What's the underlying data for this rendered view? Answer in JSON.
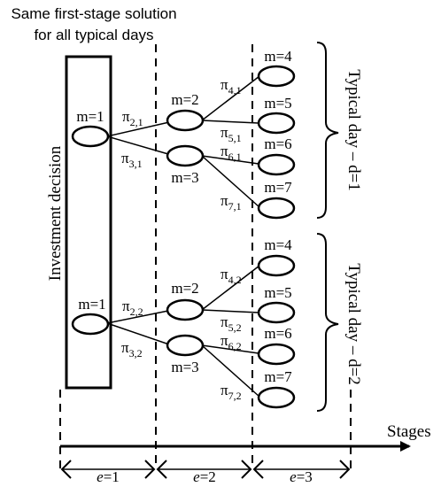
{
  "header": {
    "line1": "Same first-stage solution",
    "line2": "for all typical days"
  },
  "investment_label": "Investment decision",
  "axis": {
    "label": "Stages",
    "stages": [
      {
        "e": "e",
        "v": "=1"
      },
      {
        "e": "e",
        "v": "=2"
      },
      {
        "e": "e",
        "v": "=3"
      }
    ]
  },
  "typical_days": [
    {
      "label": "Typical day – d=1",
      "nodes": [
        "m=1",
        "m=2",
        "m=3",
        "m=4",
        "m=5",
        "m=6",
        "m=7"
      ],
      "probs": [
        {
          "pi": "π",
          "sub": "2,1"
        },
        {
          "pi": "π",
          "sub": "3,1"
        },
        {
          "pi": "π",
          "sub": "4,1"
        },
        {
          "pi": "π",
          "sub": "5,1"
        },
        {
          "pi": "π",
          "sub": "6,1"
        },
        {
          "pi": "π",
          "sub": "7,1"
        }
      ]
    },
    {
      "label": "Typical day – d=2",
      "nodes": [
        "m=1",
        "m=2",
        "m=3",
        "m=4",
        "m=5",
        "m=6",
        "m=7"
      ],
      "probs": [
        {
          "pi": "π",
          "sub": "2,2"
        },
        {
          "pi": "π",
          "sub": "3,2"
        },
        {
          "pi": "π",
          "sub": "4,2"
        },
        {
          "pi": "π",
          "sub": "5,2"
        },
        {
          "pi": "π",
          "sub": "6,2"
        },
        {
          "pi": "π",
          "sub": "7,2"
        }
      ]
    }
  ]
}
